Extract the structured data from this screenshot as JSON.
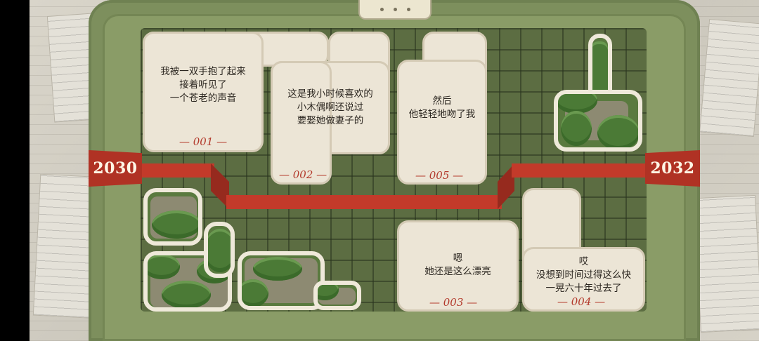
{
  "timeline": {
    "start_year": "2030",
    "end_year": "2032"
  },
  "cards": [
    {
      "id": "001",
      "label": "— 001 —",
      "text": "我被一双手抱了起来\n接着听见了\n一个苍老的声音"
    },
    {
      "id": "002",
      "label": "— 002 —",
      "text": "这是我小时候喜欢的\n小木偶啊还说过\n要娶她做妻子的"
    },
    {
      "id": "005",
      "label": "— 005 —",
      "text": "然后\n他轻轻地吻了我"
    },
    {
      "id": "003",
      "label": "— 003 —",
      "text": "嗯\n她还是这么漂亮"
    },
    {
      "id": "004",
      "label": "— 004 —",
      "text": "哎\n没想到时间过得这么快\n一晃六十年过去了"
    }
  ],
  "colors": {
    "timeline_red": "#c33a2a",
    "card_bg": "#ece5d6",
    "tray_green": "#5c6d42"
  }
}
